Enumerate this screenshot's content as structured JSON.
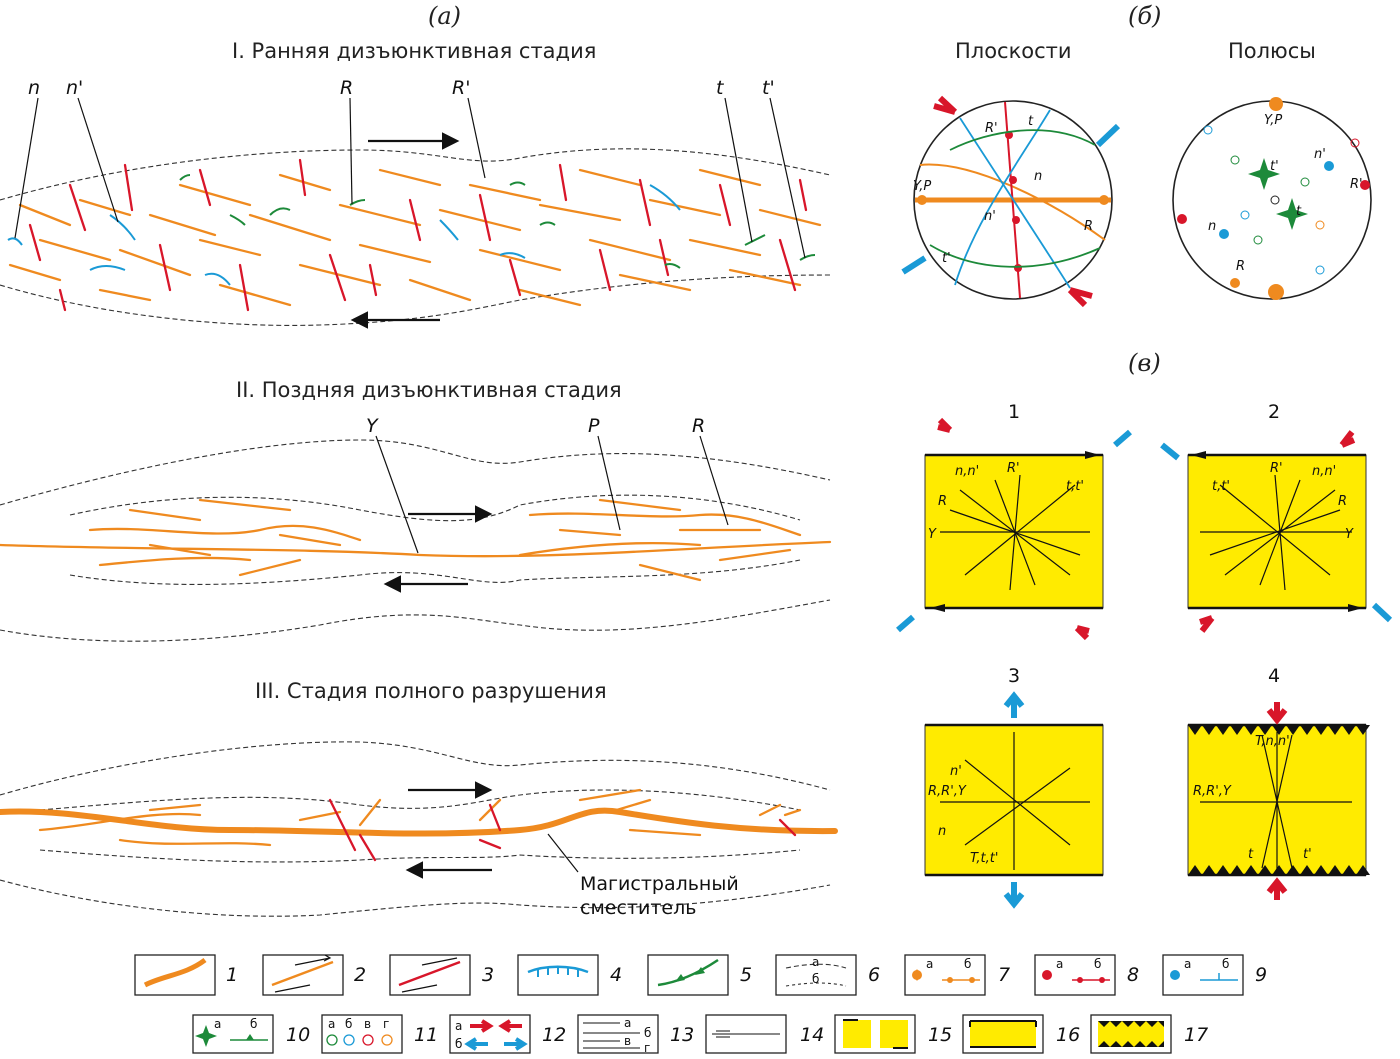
{
  "panels": {
    "a": "(а)",
    "b": "(б)",
    "v": "(в)"
  },
  "stages": {
    "s1": "I. Ранняя дизъюнктивная стадия",
    "s2": "II. Поздняя дизъюнктивная стадия",
    "s3": "III. Стадия полного разрушения"
  },
  "stage1_labels": [
    "n",
    "n'",
    "R",
    "R'",
    "t",
    "t'"
  ],
  "stage2_labels": [
    "Y",
    "P",
    "R"
  ],
  "stage3_label": "Магистральный сместитель",
  "stage3_label_l1": "Магистральный",
  "stage3_label_l2": "сместитель",
  "stereo": {
    "planes_title": "Плоскости",
    "poles_title": "Полюсы",
    "planes_labels": [
      "R'",
      "t",
      "n",
      "Y,P",
      "n'",
      "R",
      "t'"
    ],
    "poles_labels": [
      "Y,P",
      "n'",
      "R'",
      "t'",
      "t",
      "n",
      "R"
    ]
  },
  "models": {
    "m1": {
      "num": "1",
      "labels": [
        "n,n'",
        "R'",
        "t,t'",
        "R",
        "Y"
      ]
    },
    "m2": {
      "num": "2",
      "labels": [
        "t,t'",
        "R'",
        "n,n'",
        "R",
        "Y"
      ]
    },
    "m3": {
      "num": "3",
      "labels": [
        "n'",
        "R,R',Y",
        "n",
        "T,t,t'"
      ]
    },
    "m4": {
      "num": "4",
      "labels": [
        "T,n,n'",
        "R,R',Y",
        "t",
        "t'"
      ]
    }
  },
  "legend": {
    "items": [
      "1",
      "2",
      "3",
      "4",
      "5",
      "6",
      "7",
      "8",
      "9",
      "10",
      "11",
      "12",
      "13",
      "14",
      "15",
      "16",
      "17"
    ],
    "sub_a": "а",
    "sub_b": "б",
    "sub_v": "в",
    "sub_g": "г"
  },
  "colors": {
    "orange": "#ef8a1f",
    "red": "#d8162a",
    "blue": "#1a9ad6",
    "green": "#1d8a3a",
    "yellow": "#ffeb00"
  }
}
